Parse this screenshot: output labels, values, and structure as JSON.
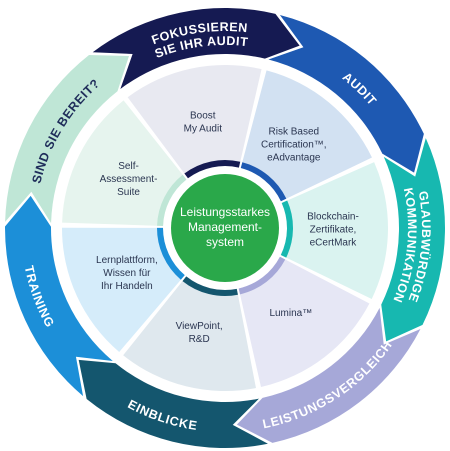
{
  "outer_ring": {
    "segments": [
      {
        "id": "ready",
        "lines": [
          "SIND SIE BEREIT?"
        ],
        "color": "#bfe6d6",
        "text_color": "#1f2d5a"
      },
      {
        "id": "focus",
        "lines": [
          "FOKUSSIEREN",
          "SIE IHR AUDIT"
        ],
        "color": "#151a52",
        "text_color": "#ffffff"
      },
      {
        "id": "audit",
        "lines": [
          "AUDIT"
        ],
        "color": "#1e59b2",
        "text_color": "#ffffff"
      },
      {
        "id": "credible",
        "lines": [
          "GLAUBWÜRDIGE",
          "KOMMUNIKATION"
        ],
        "color": "#17b8b0",
        "text_color": "#ffffff"
      },
      {
        "id": "benchmark",
        "lines": [
          "LEISTUNGSVERGLEICH"
        ],
        "color": "#a6a8d8",
        "text_color": "#ffffff"
      },
      {
        "id": "insights",
        "lines": [
          "EINBLICKE"
        ],
        "color": "#14566e",
        "text_color": "#ffffff"
      },
      {
        "id": "training",
        "lines": [
          "TRAINING"
        ],
        "color": "#1c8fd8",
        "text_color": "#ffffff"
      }
    ]
  },
  "inner_ring": {
    "segments": [
      {
        "id": "self-assessment",
        "lines": [
          "Self-",
          "Assessment-",
          "Suite"
        ],
        "color": "#e6f4ee",
        "accent": "#bfe6d6"
      },
      {
        "id": "boost",
        "lines": [
          "Boost",
          "My Audit"
        ],
        "color": "#e8e9f1",
        "accent": "#151a52"
      },
      {
        "id": "risk-based",
        "lines": [
          "Risk Based",
          "Certification™,",
          "eAdvantage"
        ],
        "color": "#d2e1f2",
        "accent": "#1e59b2"
      },
      {
        "id": "blockchain",
        "lines": [
          "Blockchain-",
          "Zertifikate,",
          "eCertMark"
        ],
        "color": "#daf3f0",
        "accent": "#17b8b0"
      },
      {
        "id": "lumina",
        "lines": [
          "Lumina™"
        ],
        "color": "#e6e7f5",
        "accent": "#a6a8d8"
      },
      {
        "id": "viewpoint",
        "lines": [
          "ViewPoint,",
          "R&D"
        ],
        "color": "#dfe8ee",
        "accent": "#14566e"
      },
      {
        "id": "learning",
        "lines": [
          "Lernplattform,",
          "Wissen für",
          "Ihr Handeln"
        ],
        "color": "#d5ecfa",
        "accent": "#1c8fd8"
      }
    ]
  },
  "center": {
    "lines": [
      "Leistungsstarkes",
      "Management-",
      "system"
    ],
    "color": "#2aa84a",
    "ring_color": "#ffffff"
  }
}
